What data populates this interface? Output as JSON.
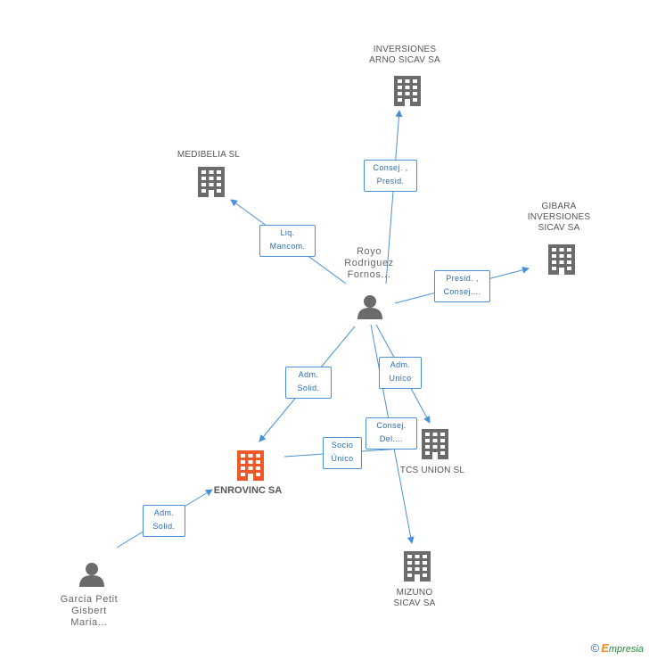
{
  "colors": {
    "edge": "#4a90d9",
    "company_icon": "#6b6b6b",
    "focus_icon": "#f05a28",
    "person_icon": "#6b6b6b"
  },
  "nodes": {
    "inversiones_arno": {
      "label": [
        "INVERSIONES",
        "ARNO SICAV SA"
      ]
    },
    "medibelia": {
      "label": [
        "MEDIBELIA SL"
      ]
    },
    "gibara": {
      "label": [
        "GIBARA",
        "INVERSIONES",
        "SICAV SA"
      ]
    },
    "royo": {
      "label": [
        "Royo",
        "Rodriguez",
        "Fornos..."
      ]
    },
    "enrovinc": {
      "label": [
        "ENROVINC SA"
      ]
    },
    "tcs_union": {
      "label": [
        "TCS UNION SL"
      ]
    },
    "mizuno": {
      "label": [
        "MIZUNO",
        "SICAV SA"
      ]
    },
    "garcia": {
      "label": [
        "Garcia Petit",
        "Gisbert",
        "Maria..."
      ]
    }
  },
  "edges": {
    "royo_arno": {
      "label": [
        "Consej. ,",
        "Presid."
      ]
    },
    "royo_medibelia": {
      "label": [
        "Liq.",
        "Mancom."
      ]
    },
    "royo_gibara": {
      "label": [
        "Presid. ,",
        "Consej...."
      ]
    },
    "royo_enrovinc": {
      "label": [
        "Adm.",
        "Solid."
      ]
    },
    "royo_tcs": {
      "label": [
        "Adm.",
        "Unico"
      ]
    },
    "royo_mizuno": {
      "label": [
        "Consej.",
        "Del...."
      ]
    },
    "tcs_enrovinc": {
      "label": [
        "Socio",
        "Único"
      ]
    },
    "garcia_enrovinc": {
      "label": [
        "Adm.",
        "Solid."
      ]
    }
  },
  "watermark": {
    "copyright": "©",
    "brand_first": "E",
    "brand_rest": "mpresia"
  }
}
